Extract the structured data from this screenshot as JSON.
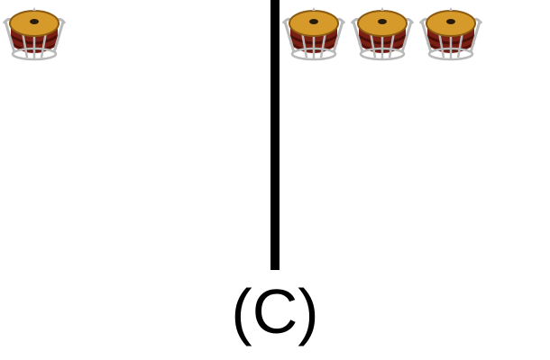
{
  "figure": {
    "label": "(C)",
    "left_group": {
      "count": 1,
      "item_icon": "drum-icon"
    },
    "right_group": {
      "count": 3,
      "item_icon": "drum-icon"
    },
    "colors": {
      "drum_head": "#d69a2a",
      "drum_head_rim": "#8a5a12",
      "drum_body": "#7a1f14",
      "drum_body_dark": "#4a0f08",
      "drum_hardware": "#b9b9b9",
      "divider": "#000000"
    }
  }
}
